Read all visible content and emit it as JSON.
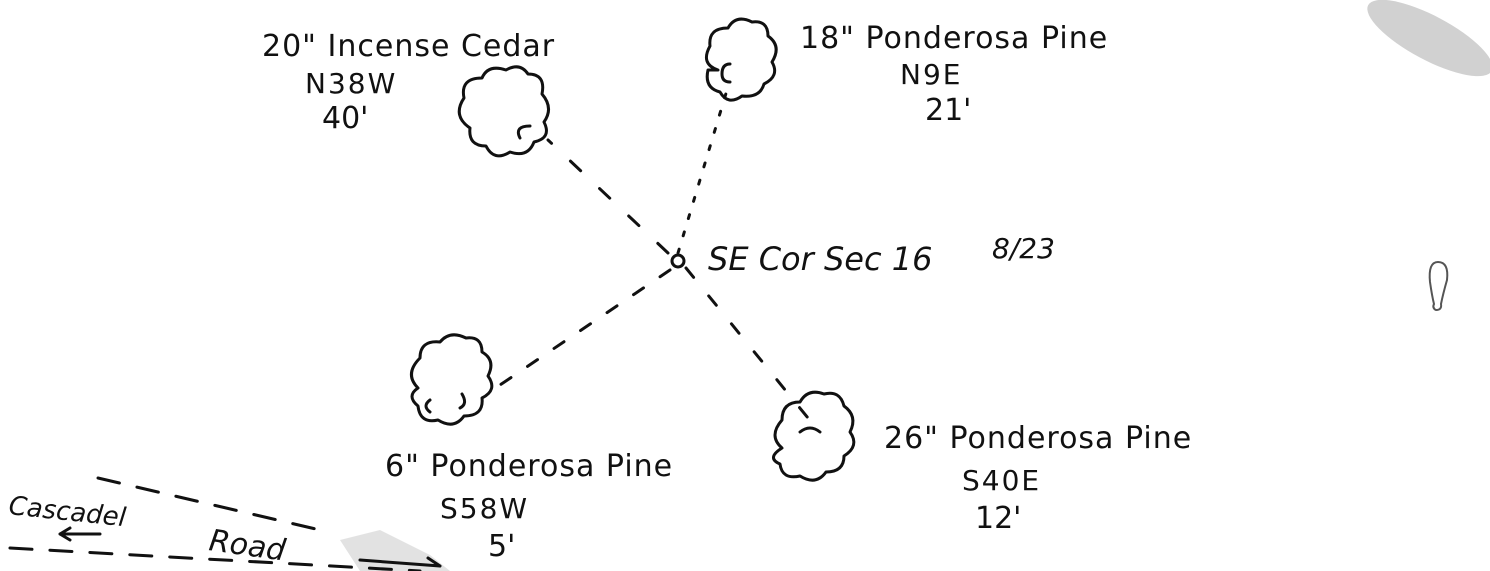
{
  "corner": {
    "label": "SE Cor Sec 16",
    "fraction": "8/23"
  },
  "trees": [
    {
      "id": "incense-cedar",
      "size_species": "20\" Incense Cedar",
      "bearing": "N38W",
      "distance": "40'"
    },
    {
      "id": "ponderosa-ne",
      "size_species": "18\" Ponderosa Pine",
      "bearing": "N9E",
      "distance": "21'"
    },
    {
      "id": "ponderosa-sw",
      "size_species": "6\" Ponderosa Pine",
      "bearing": "S58W",
      "distance": "5'"
    },
    {
      "id": "ponderosa-se",
      "size_species": "26\" Ponderosa Pine",
      "bearing": "S40E",
      "distance": "12'"
    }
  ],
  "road": {
    "name": "Cascadel",
    "type": "Road"
  },
  "ink_color": "#111111"
}
